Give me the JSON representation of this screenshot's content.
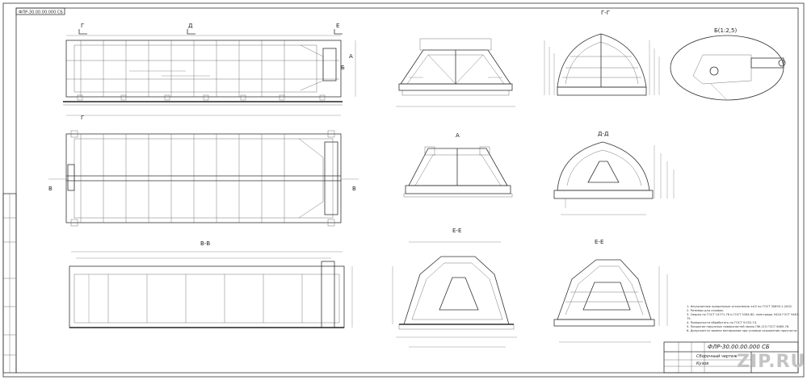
{
  "stamp_code": "ФЛР-30.00.00.000 СБ",
  "views": {
    "gg_title": "Г-Г",
    "b_title": "Б(1:2,5)",
    "a_title": "А",
    "dd_title": "Д-Д",
    "vv_title": "В-В",
    "ee_title1": "Е-Е",
    "ee_title2": "Е-Е"
  },
  "section_marks": {
    "g": "Г",
    "d": "Д",
    "e": "Е",
    "a": "А",
    "b": "Б",
    "v": "В"
  },
  "notes": [
    "1. Неуказанные предельные отклонения ±t/2 по ГОСТ 30893.1-2002.",
    "2. Размеры для справок.",
    "3. Сварка по ГОСТ 14771-76 и ГОСТ 5264-80, электроды Э42А ГОСТ 9467-75.",
    "4. Поверхности обработать по ГОСТ 9.032-74.",
    "5. Покрытие наружных поверхностей эмаль ПФ-115 ГОСТ 6465-76.",
    "6. Допускается замена материалов при условии сохранения прочности."
  ],
  "title_block": {
    "code": "ФЛР-30.00.00.000 СБ",
    "name_line1": "Сборочный чертеж",
    "name_line2": "Кузов"
  },
  "watermark": "ZIP.RU"
}
